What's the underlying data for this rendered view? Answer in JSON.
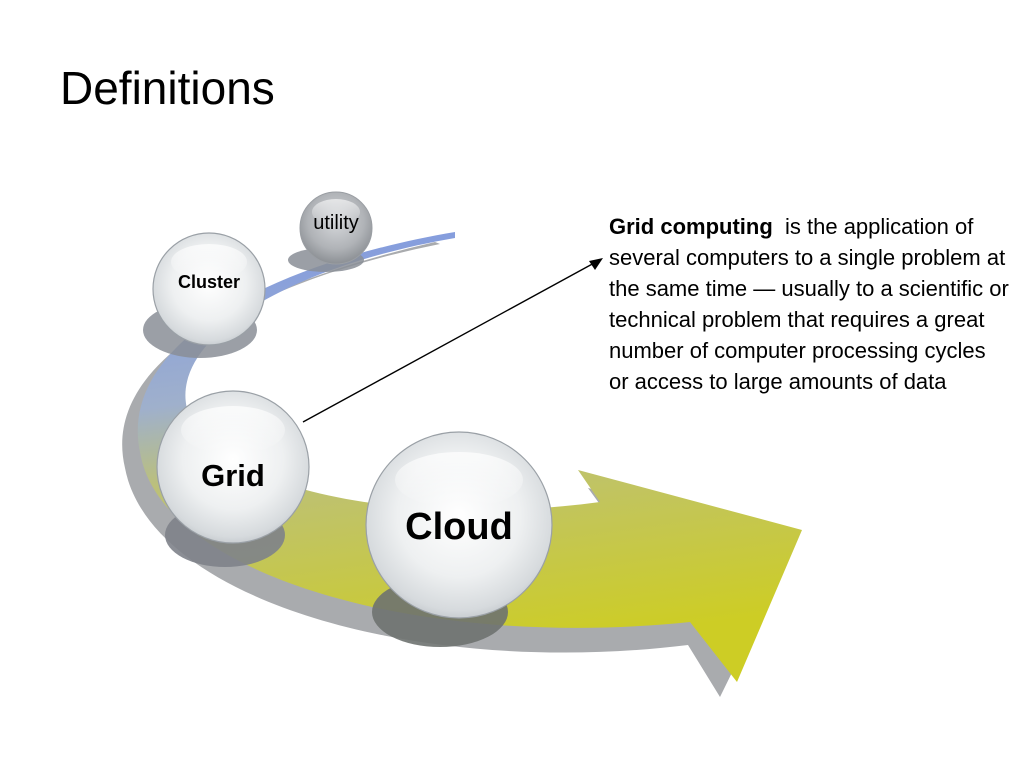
{
  "slide": {
    "title": "Definitions"
  },
  "diagram": {
    "nodes": {
      "utility": "utility",
      "cluster": "Cluster",
      "grid": "Grid",
      "cloud": "Cloud"
    }
  },
  "definition": {
    "term": "Grid computing",
    "text": "is the application of several computers to a single problem at the same time — usually to a scientific or technical problem that requires a great number of computer processing cycles or access to large amounts of data"
  },
  "colors": {
    "arrow_top": "#7d97e3",
    "arrow_bottom": "#cdcd25",
    "arrow_shadow": "#a9abae",
    "node_shadow": "#8a8e97",
    "connector": "#000000"
  }
}
